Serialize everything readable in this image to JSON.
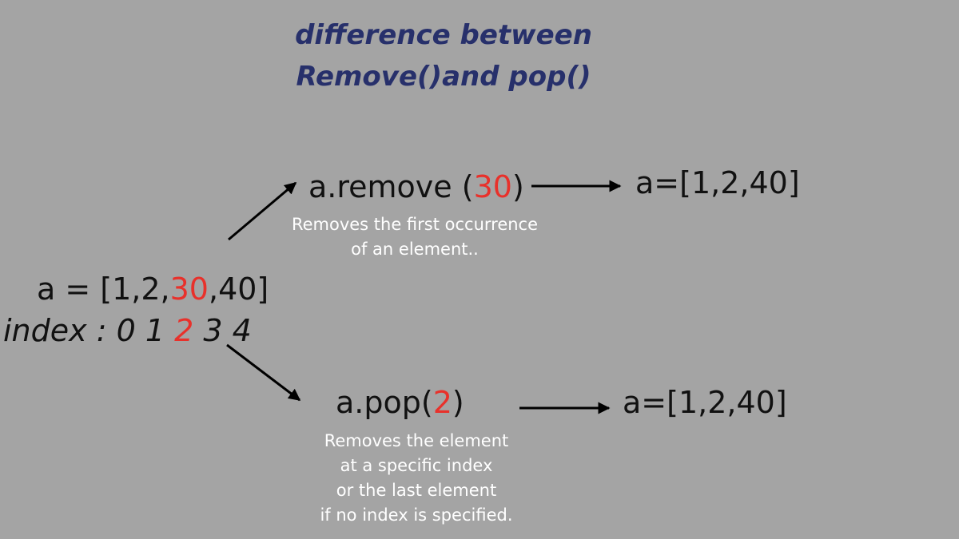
{
  "title": {
    "line1": "difference between",
    "line2": "Remove()and pop()"
  },
  "source": {
    "prefix": "a = [1,2,",
    "highlight": "30",
    "suffix": ",40]",
    "index_prefix": "index : 0 1 ",
    "index_highlight": "2",
    "index_suffix": " 3 4"
  },
  "remove": {
    "call_prefix": "a.remove (",
    "call_arg": "30",
    "call_suffix": ")",
    "result": "a=[1,2,40]",
    "note_lines": [
      "Removes the first occurrence",
      "of an element.."
    ]
  },
  "pop": {
    "call_prefix": "a.pop(",
    "call_arg": "2",
    "call_suffix": ")",
    "result": "a=[1,2,40]",
    "note_lines": [
      "Removes the element",
      "at a specific index",
      "or the last element",
      "if no index is specified."
    ]
  },
  "colors": {
    "background": "#a4a4a4",
    "title": "#27306b",
    "highlight": "#e8312b",
    "note": "#ffffff",
    "text": "#111111"
  }
}
